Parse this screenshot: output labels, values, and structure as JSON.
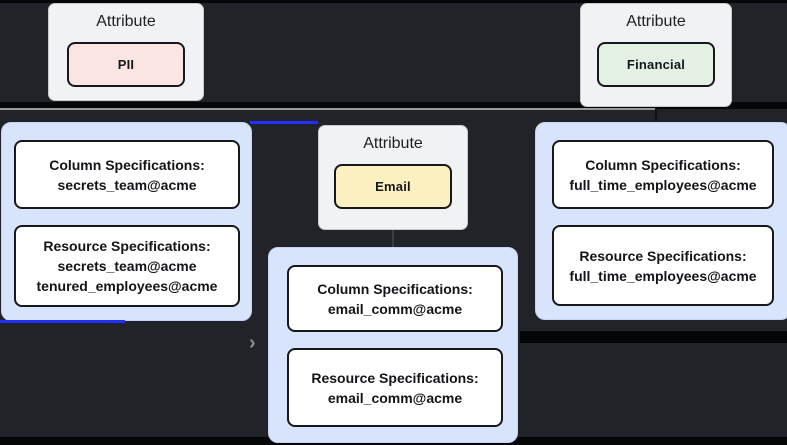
{
  "diagram": {
    "background": "#212328",
    "accent_blue": "#2230ff",
    "attributes": [
      {
        "title": "Attribute",
        "label": "PII",
        "fill": "#fbe5e2"
      },
      {
        "title": "Attribute",
        "label": "Financial",
        "fill": "#e3f1e4"
      },
      {
        "title": "Attribute",
        "label": "Email",
        "fill": "#fcefc0"
      }
    ],
    "groups": [
      {
        "column_specs": {
          "title": "Column Specifications:",
          "lines": [
            "secrets_team@acme"
          ]
        },
        "resource_specs": {
          "title": "Resource Specifications:",
          "lines": [
            "secrets_team@acme",
            "tenured_employees@acme"
          ]
        }
      },
      {
        "column_specs": {
          "title": "Column Specifications:",
          "lines": [
            "email_comm@acme"
          ]
        },
        "resource_specs": {
          "title": "Resource Specifications:",
          "lines": [
            "email_comm@acme"
          ]
        }
      },
      {
        "column_specs": {
          "title": "Column Specifications:",
          "lines": [
            "full_time_employees@acme"
          ]
        },
        "resource_specs": {
          "title": "Resource Specifications:",
          "lines": [
            "full_time_employees@acme"
          ]
        }
      }
    ],
    "connectors": {
      "arrow_glyph": "›"
    }
  }
}
